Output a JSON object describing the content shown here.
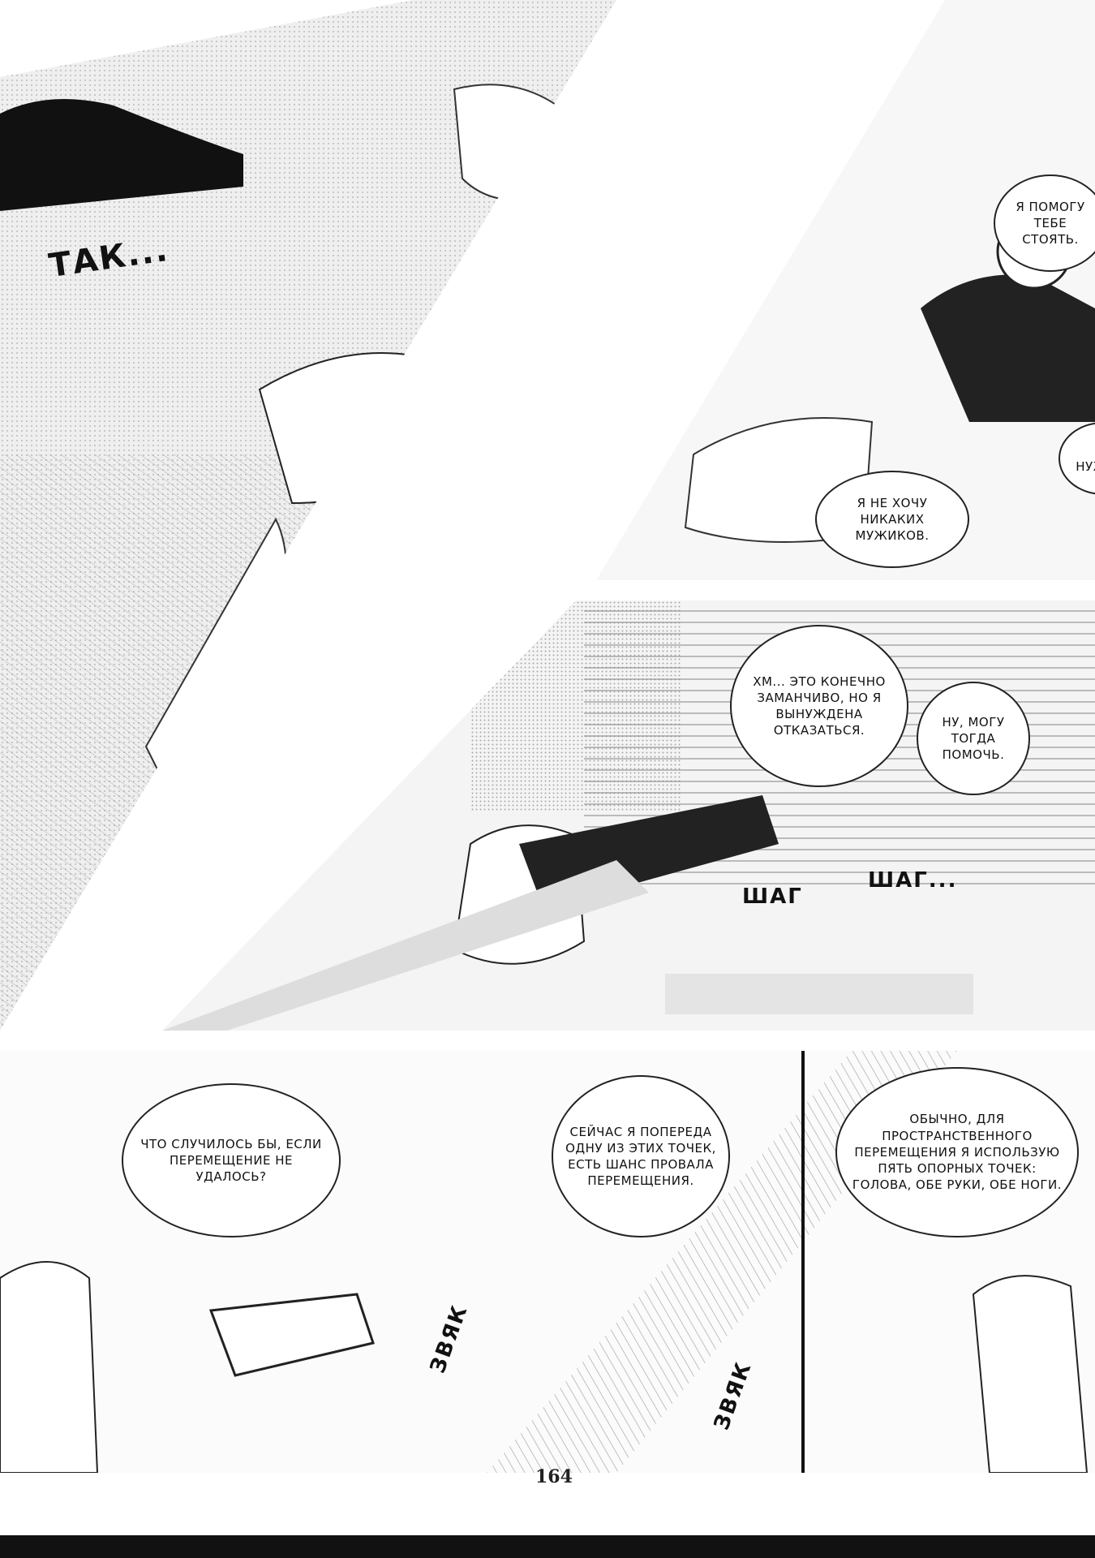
{
  "page": {
    "page_number": "164"
  },
  "panels": [
    {
      "id": "panel-top-left",
      "bubbles": [],
      "sfx": [
        "ТАК..."
      ]
    },
    {
      "id": "panel-top-right",
      "bubbles": [
        "Я ПОМОГУ ТЕБЕ СТОЯТЬ.",
        "НЕ НУЖНО.",
        "Я НЕ ХОЧУ НИКАКИХ МУЖИКОВ."
      ],
      "sfx": []
    },
    {
      "id": "panel-middle-right",
      "bubbles": [
        "ХМ... ЭТО КОНЕЧНО ЗАМАНЧИВО, НО Я ВЫНУЖДЕНА ОТКАЗАТЬСЯ.",
        "НУ, МОГУ ТОГДА ПОМОЧЬ."
      ],
      "sfx": [
        "ШАГ",
        "ШАГ..."
      ]
    },
    {
      "id": "panel-bottom",
      "bubbles": [
        "ЧТО СЛУЧИЛОСЬ БЫ, ЕСЛИ ПЕРЕМЕЩЕНИЕ НЕ УДАЛОСЬ?",
        "СЕЙЧАС Я ПОПЕРЕДА ОДНУ ИЗ ЭТИХ ТОЧЕК, ЕСТЬ ШАНС ПРОВАЛА ПЕРЕМЕЩЕНИЯ.",
        "ОБЫЧНО, ДЛЯ ПРОСТРАНСТВЕННОГО ПЕРЕМЕЩЕНИЯ Я ИСПОЛЬЗУЮ ПЯТЬ ОПОРНЫХ ТОЧЕК: ГОЛОВА, ОБЕ РУКИ, ОБЕ НОГИ."
      ],
      "sfx": [
        "ЗВЯК",
        "ЗВЯК"
      ]
    }
  ]
}
